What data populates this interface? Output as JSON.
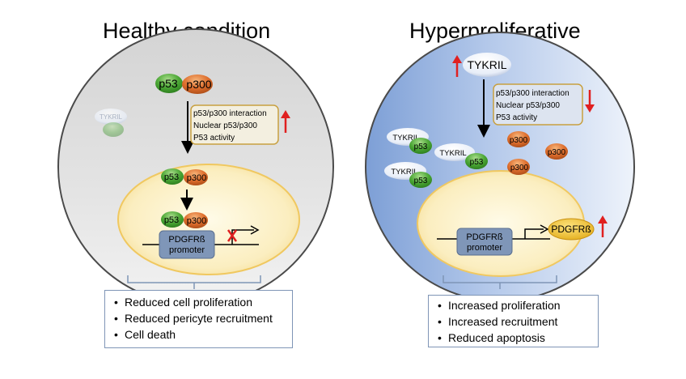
{
  "left": {
    "title": "Healthy condition",
    "tykril_faded": "TYKRIL",
    "p53": "p53",
    "p300": "p300",
    "effects": [
      "p53/p300 interaction",
      "Nuclear p53/p300",
      "P53 activity"
    ],
    "promoter": [
      "PDGFRß",
      "promoter"
    ],
    "outcomes": [
      "Reduced cell proliferation",
      "Reduced pericyte recruitment",
      "Cell death"
    ]
  },
  "right": {
    "title": "Hyperproliferative",
    "tykril": "TYKRIL",
    "p53": "p53",
    "p300": "p300",
    "effects": [
      "p53/p300 interaction",
      "Nuclear p53/p300",
      "P53 activity"
    ],
    "promoter": [
      "PDGFRß",
      "promoter"
    ],
    "pdgfr_label": "PDGFRß",
    "outcomes": [
      "Increased proliferation",
      "Increased recruitment",
      "Reduced apoptosis"
    ]
  },
  "colors": {
    "arrow_red": "#e02020",
    "p53_green": "#3f9a2a",
    "p300_orange": "#d9682a",
    "promoter_blue": "#7f96b8",
    "pdgfr_yellow": "#f2c21c"
  }
}
